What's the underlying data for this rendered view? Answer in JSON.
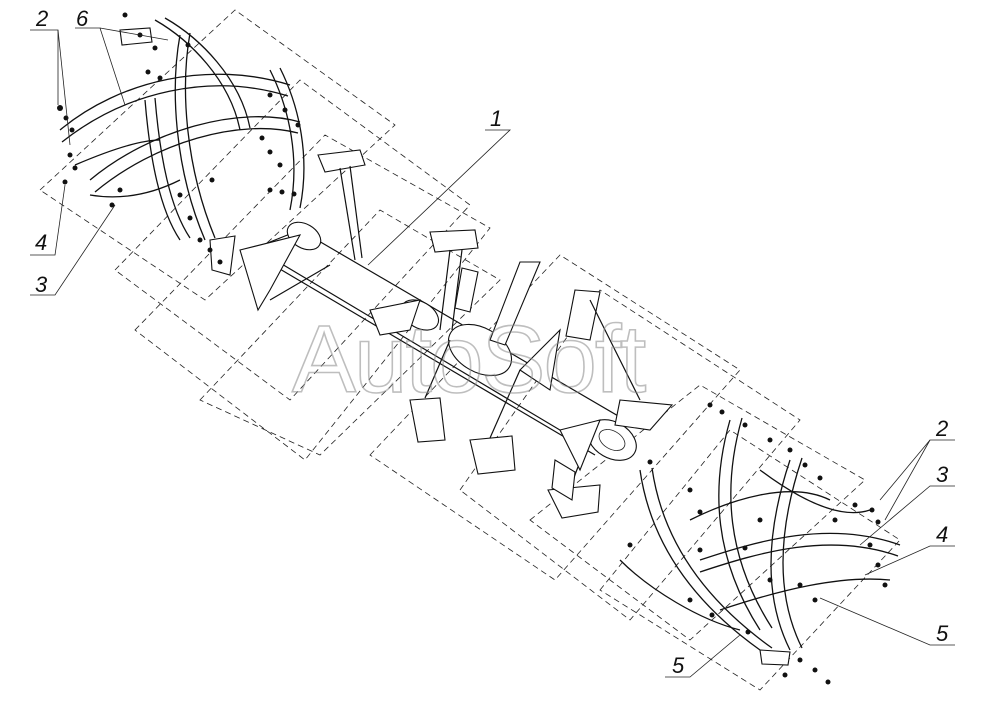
{
  "watermark": "AutoSoft",
  "callouts": {
    "c1": "1",
    "c2_left": "2",
    "c6": "6",
    "c4_left": "4",
    "c3_left": "3",
    "c2_right": "2",
    "c3_right": "3",
    "c4_right": "4",
    "c5_right": "5",
    "c5_bottom": "5"
  }
}
